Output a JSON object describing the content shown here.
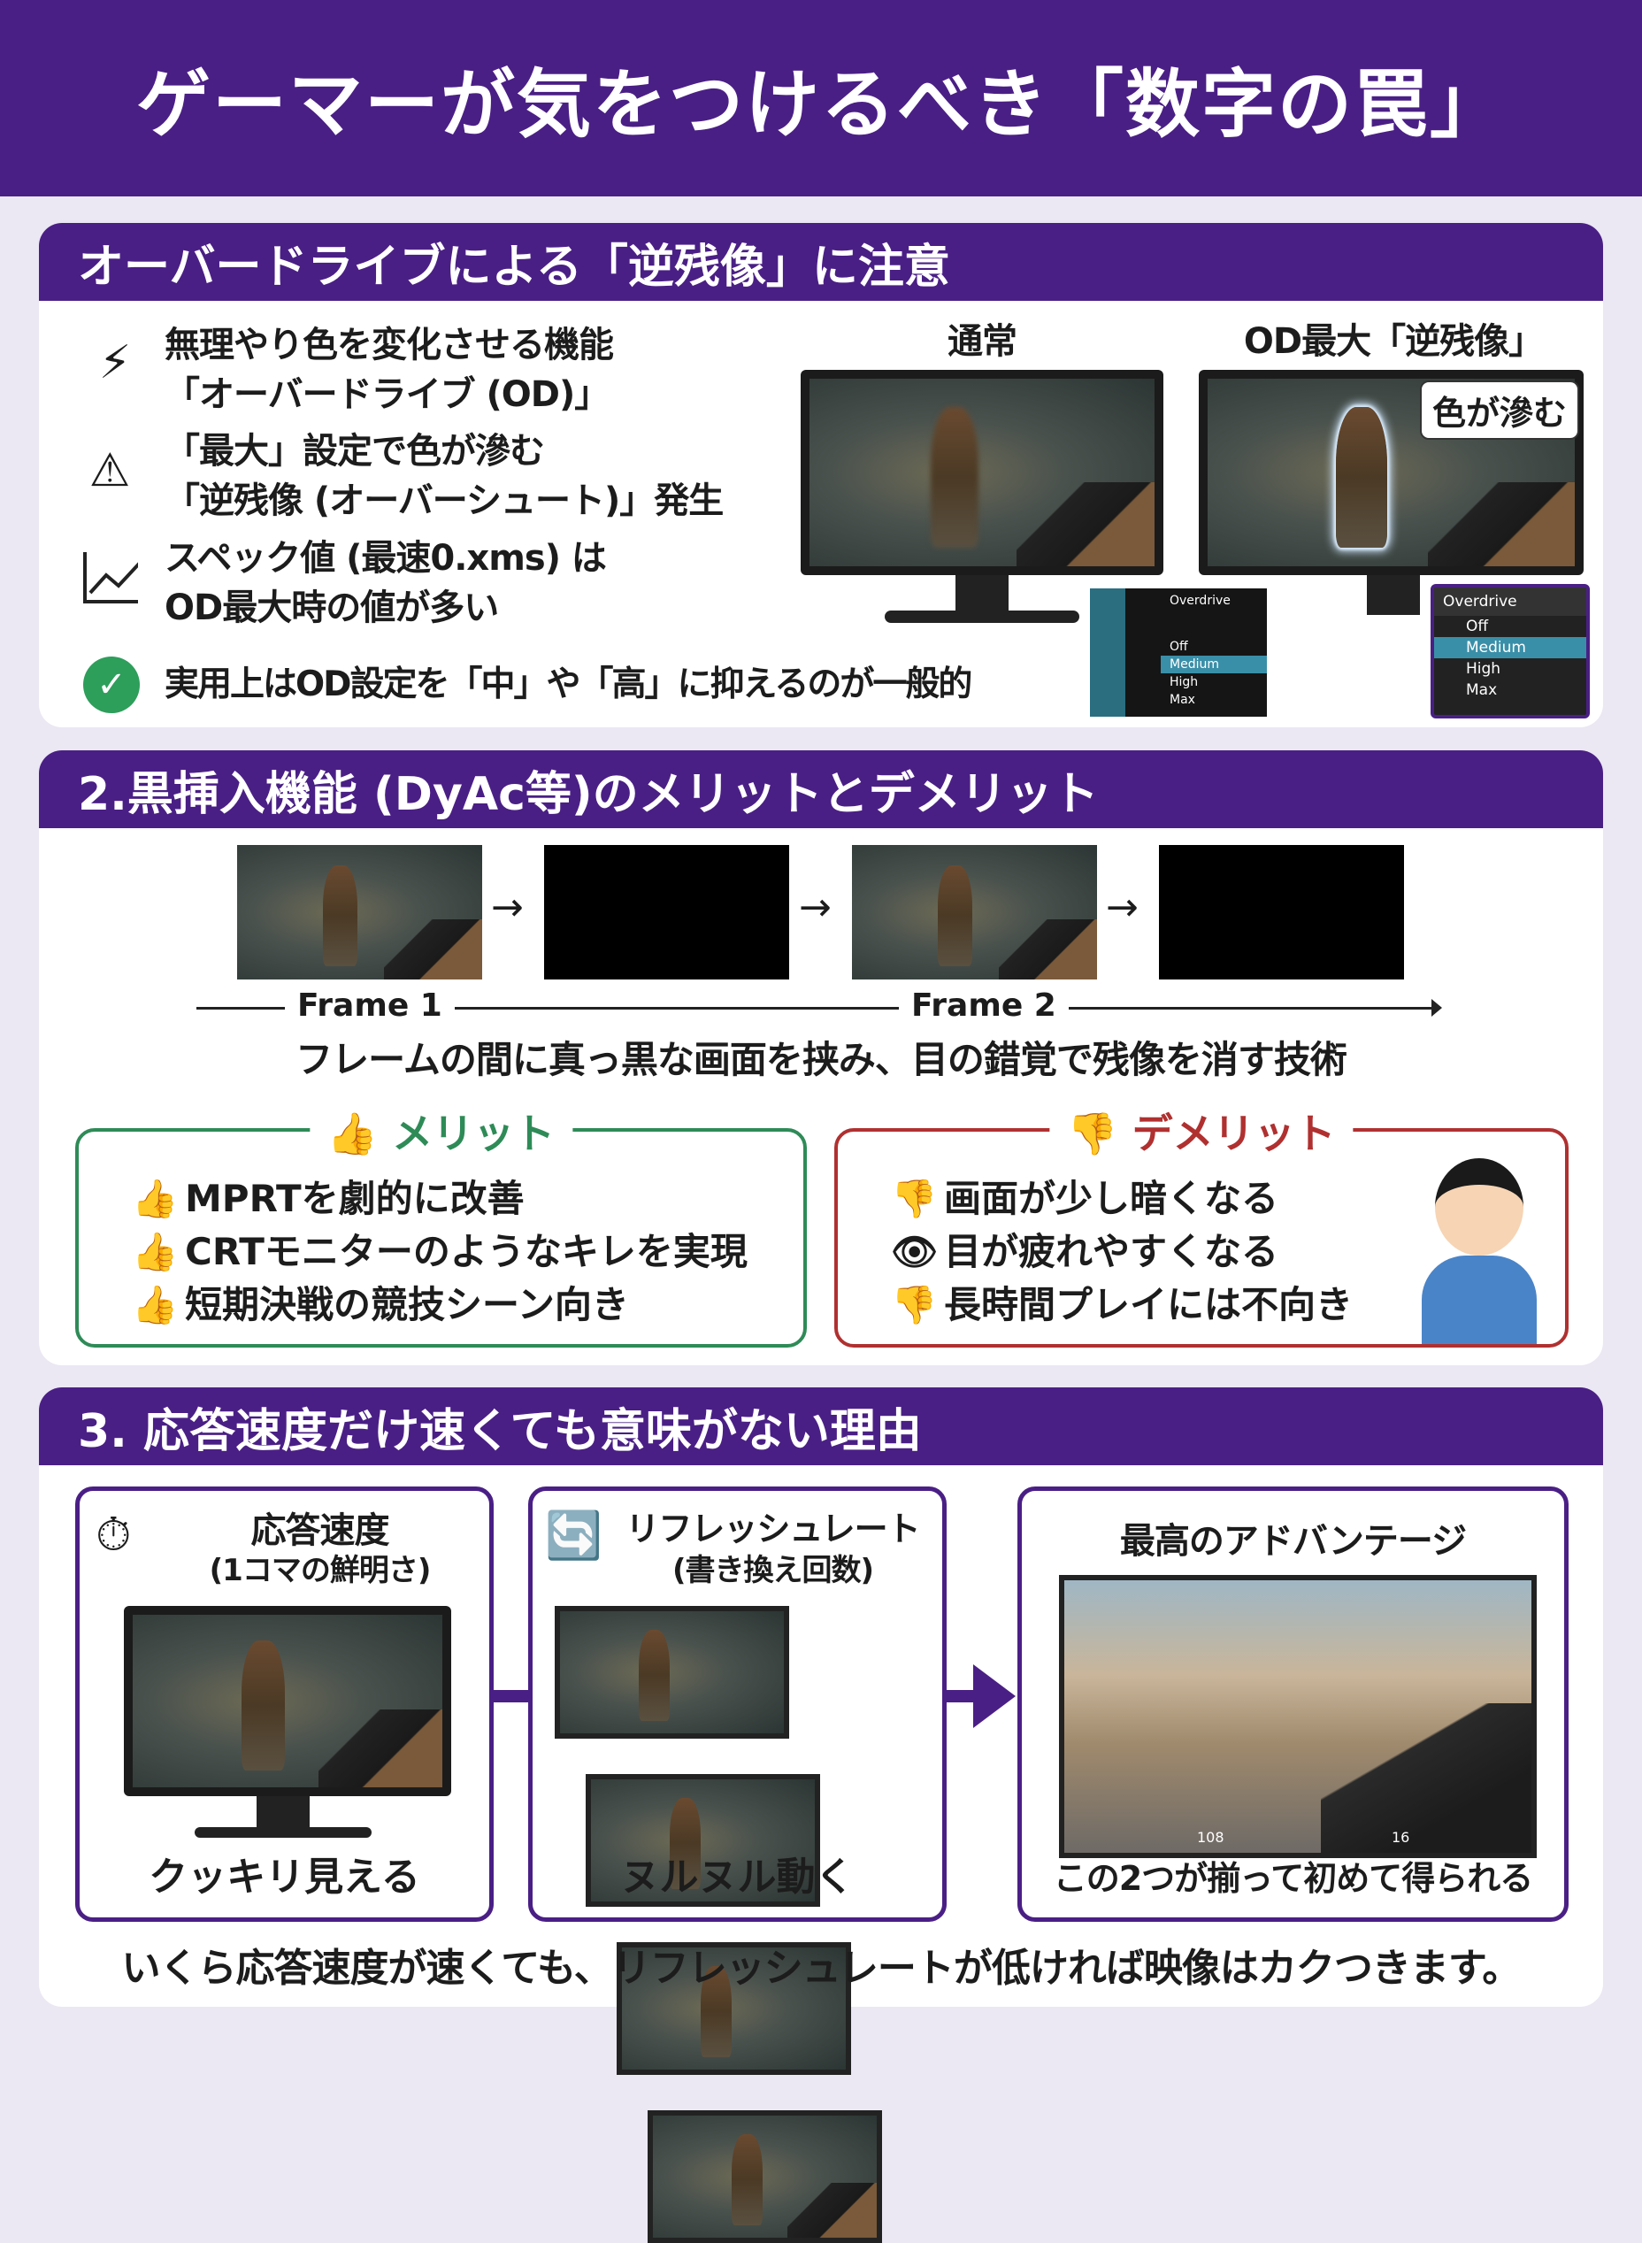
{
  "title": "ゲーマーが気をつけるべき「数字の罠」",
  "colors": {
    "purple": "#4a1f85",
    "merit": "#2e8b57",
    "demerit": "#b03030",
    "menu_highlight": "#3a8fa8"
  },
  "section1": {
    "heading": "オーバードライブによる「逆残像」に注意",
    "items": [
      {
        "icon": "lightning-icon",
        "lines": [
          "無理やり色を変化させる機能",
          "「オーバードライブ (OD)」"
        ]
      },
      {
        "icon": "warning-icon",
        "lines": [
          "「最大」設定で色が滲む",
          "「逆残像 (オーバーシュート)」発生"
        ]
      },
      {
        "icon": "chart-trend-icon",
        "lines": [
          "スペック値 (最速0.xms) は",
          "OD最大時の値が多い"
        ]
      },
      {
        "icon": "check-circle-icon",
        "lines": [
          "実用上はOD設定を「中」や「高」に抑えるのが一般的"
        ]
      }
    ],
    "normal_label": "通常",
    "od_label": "OD最大「逆残像」",
    "bleed_badge": "色が滲む",
    "menu": {
      "title": "Overdrive",
      "options": [
        "Off",
        "Medium",
        "High",
        "Max"
      ],
      "selected": "Medium"
    }
  },
  "section2": {
    "heading": "2.黒挿入機能 (DyAc等)のメリットとデメリット",
    "frame1": "Frame 1",
    "frame2": "Frame 2",
    "arrow": "→",
    "caption": "フレームの間に真っ黒な画面を挟み、目の錯覚で残像を消す技術",
    "merit": {
      "title": "メリット",
      "items": [
        "MPRTを劇的に改善",
        "CRTモニターのようなキレを実現",
        "短期決戦の競技シーン向き"
      ]
    },
    "demerit": {
      "title": "デメリット",
      "items": [
        "画面が少し暗くなる",
        "目が疲れやすくなる",
        "長時間プレイには不向き"
      ]
    }
  },
  "section3": {
    "heading": "3. 応答速度だけ速くても意味がない理由",
    "panel1": {
      "title": "応答速度",
      "subtitle": "(1コマの鮮明さ)",
      "footer": "クッキリ見える"
    },
    "panel2": {
      "title": "リフレッシュレート",
      "subtitle": "(書き換え回数)",
      "footer": "ヌルヌル動く"
    },
    "panel3": {
      "title": "最高のアドバンテージ",
      "footer": "この2つが揃って初めて得られる",
      "hud_health": "108",
      "hud_ammo": "16"
    },
    "conclusion": "いくら応答速度が速くても、リフレッシュレートが低ければ映像はカクつきます。"
  }
}
